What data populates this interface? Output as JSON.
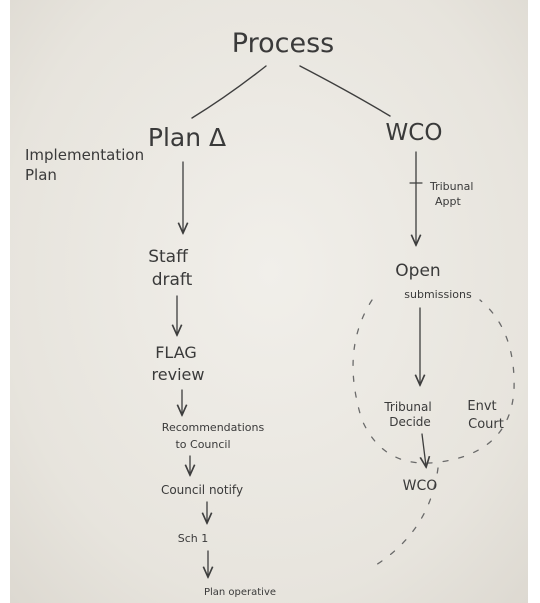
{
  "diagram": {
    "title": "Process",
    "left_branch": {
      "title": "Plan Δ",
      "side_note_line1": "Implementation",
      "side_note_line2": "Plan",
      "steps": [
        {
          "line1": "Staff",
          "line2": "draft"
        },
        {
          "line1": "FLAG",
          "line2": "review"
        },
        {
          "line1": "Recommendations",
          "line2": "to Council"
        },
        {
          "line1": "Council notify",
          "line2": ""
        },
        {
          "line1": "Sch 1",
          "line2": ""
        },
        {
          "line1": "Plan operative",
          "line2": ""
        }
      ]
    },
    "right_branch": {
      "title": "WCO",
      "edge_label_line1": "Tribunal",
      "edge_label_line2": "Appt",
      "steps": [
        {
          "line1": "Open",
          "line2": "submissions"
        },
        {
          "line1": "Tribunal",
          "line2": "Decide"
        },
        {
          "line1": "WCO",
          "line2": ""
        }
      ],
      "alt_line1": "Envt",
      "alt_line2": "Court"
    }
  }
}
